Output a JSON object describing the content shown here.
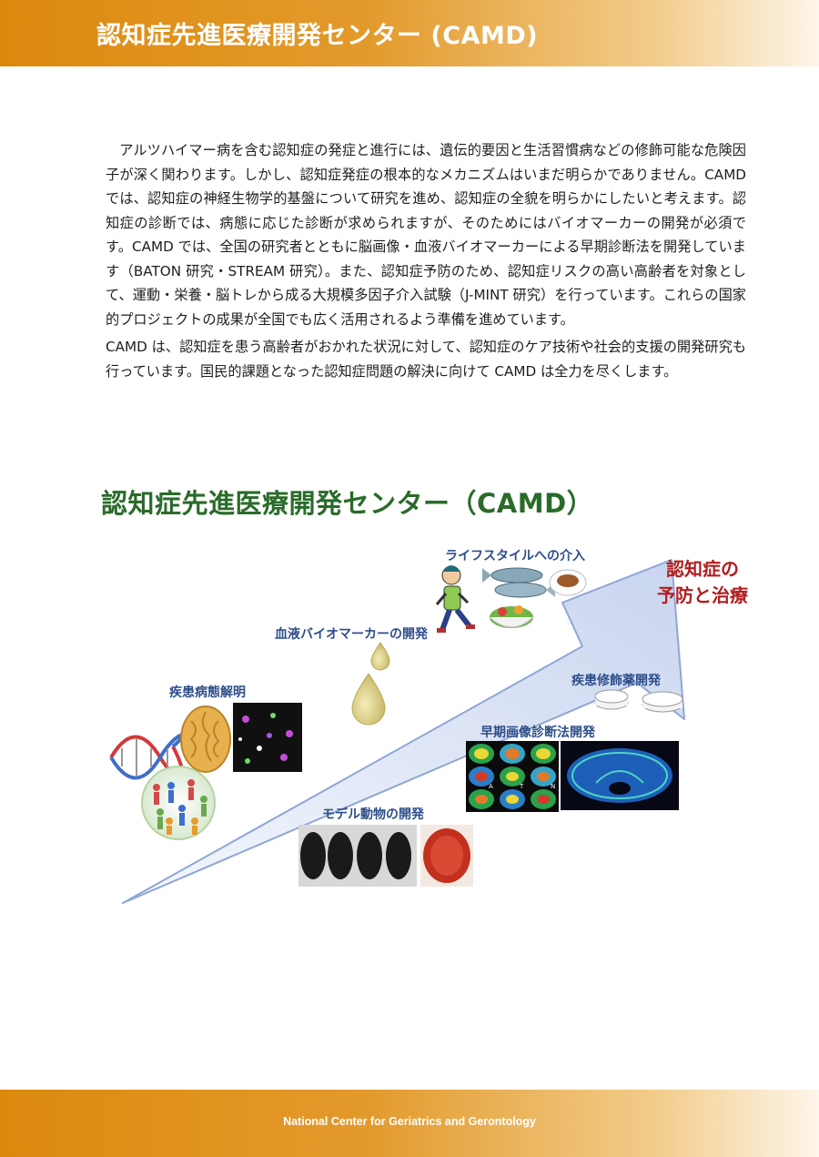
{
  "header": {
    "title": "認知症先進医療開発センター (CAMD)"
  },
  "intro": {
    "paragraph1": "アルツハイマー病を含む認知症の発症と進行には、遺伝的要因と生活習慣病などの修飾可能な危険因子が深く関わります。しかし、認知症発症の根本的なメカニズムはいまだ明らかでありません。CAMD では、認知症の神経生物学的基盤について研究を進め、認知症の全貌を明らかにしたいと考えます。認知症の診断では、病態に応じた診断が求められますが、そのためにはバイオマーカーの開発が必須です。CAMD では、全国の研究者とともに脳画像・血液バイオマーカーによる早期診断法を開発しています（BATON 研究・STREAM 研究）。また、認知症予防のため、認知症リスクの高い高齢者を対象として、運動・栄養・脳トレから成る大規模多因子介入試験（J-MINT 研究）を行っています。これらの国家的プロジェクトの成果が全国でも広く活用されるよう準備を進めています。",
    "paragraph2": "CAMD は、認知症を患う高齢者がおかれた状況に対して、認知症のケア技術や社会的支援の開発研究も行っています。国民的課題となった認知症問題の解決に向けて CAMD は全力を尽くします。"
  },
  "figure": {
    "title": "認知症先進医療開発センター（CAMD）",
    "labels": {
      "lifestyle": "ライフスタイルへの介入",
      "blood_biomarker": "血液バイオマーカーの開発",
      "pathology": "疾患病態解明",
      "disease_modifying": "疾患修飾薬開発",
      "early_imaging": "早期画像診断法開発",
      "animal_model": "モデル動物の開発",
      "goal_line1": "認知症の",
      "goal_line2": "予防と治療"
    },
    "scan_letters": [
      "A",
      "T",
      "N"
    ],
    "colors": {
      "arrow_fill": "#dfe6f5",
      "arrow_edge": "#8fa6d6",
      "label": "#2d4e8a",
      "goal": "#b01e1e",
      "title": "#2a6b2a"
    }
  },
  "footer": {
    "text": "National Center for Geriatrics and Gerontology"
  }
}
